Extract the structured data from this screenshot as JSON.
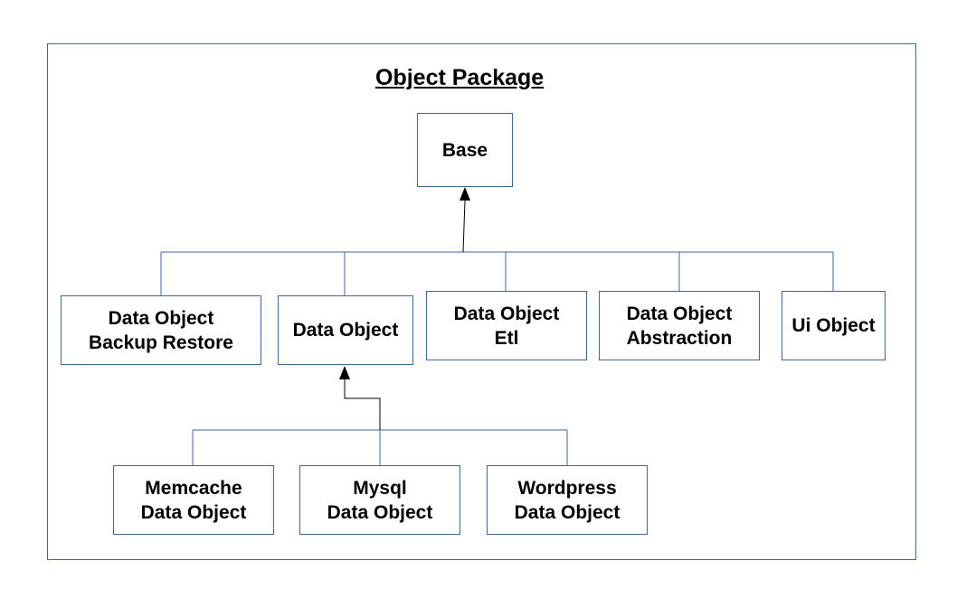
{
  "title": "Object Package",
  "colors": {
    "box_border": "#3b67a8",
    "connector": "#3b67a8",
    "arrow": "#000000"
  },
  "nodes": {
    "base": {
      "lines": [
        "Base"
      ]
    },
    "backup_restore": {
      "lines": [
        "Data Object",
        "Backup Restore"
      ]
    },
    "data_object": {
      "lines": [
        "Data Object"
      ]
    },
    "etl": {
      "lines": [
        "Data Object",
        "Etl"
      ]
    },
    "abstraction": {
      "lines": [
        "Data Object",
        "Abstraction"
      ]
    },
    "ui_object": {
      "lines": [
        "Ui Object"
      ]
    },
    "memcache": {
      "lines": [
        "Memcache",
        "Data Object"
      ]
    },
    "mysql": {
      "lines": [
        "Mysql",
        "Data Object"
      ]
    },
    "wordpress": {
      "lines": [
        "Wordpress",
        "Data Object"
      ]
    }
  },
  "relations": [
    {
      "parent": "Base",
      "children": [
        "Data Object Backup Restore",
        "Data Object",
        "Data Object Etl",
        "Data Object Abstraction",
        "Ui Object"
      ],
      "type": "inheritance"
    },
    {
      "parent": "Data Object",
      "children": [
        "Memcache Data Object",
        "Mysql Data Object",
        "Wordpress Data Object"
      ],
      "type": "inheritance"
    }
  ]
}
